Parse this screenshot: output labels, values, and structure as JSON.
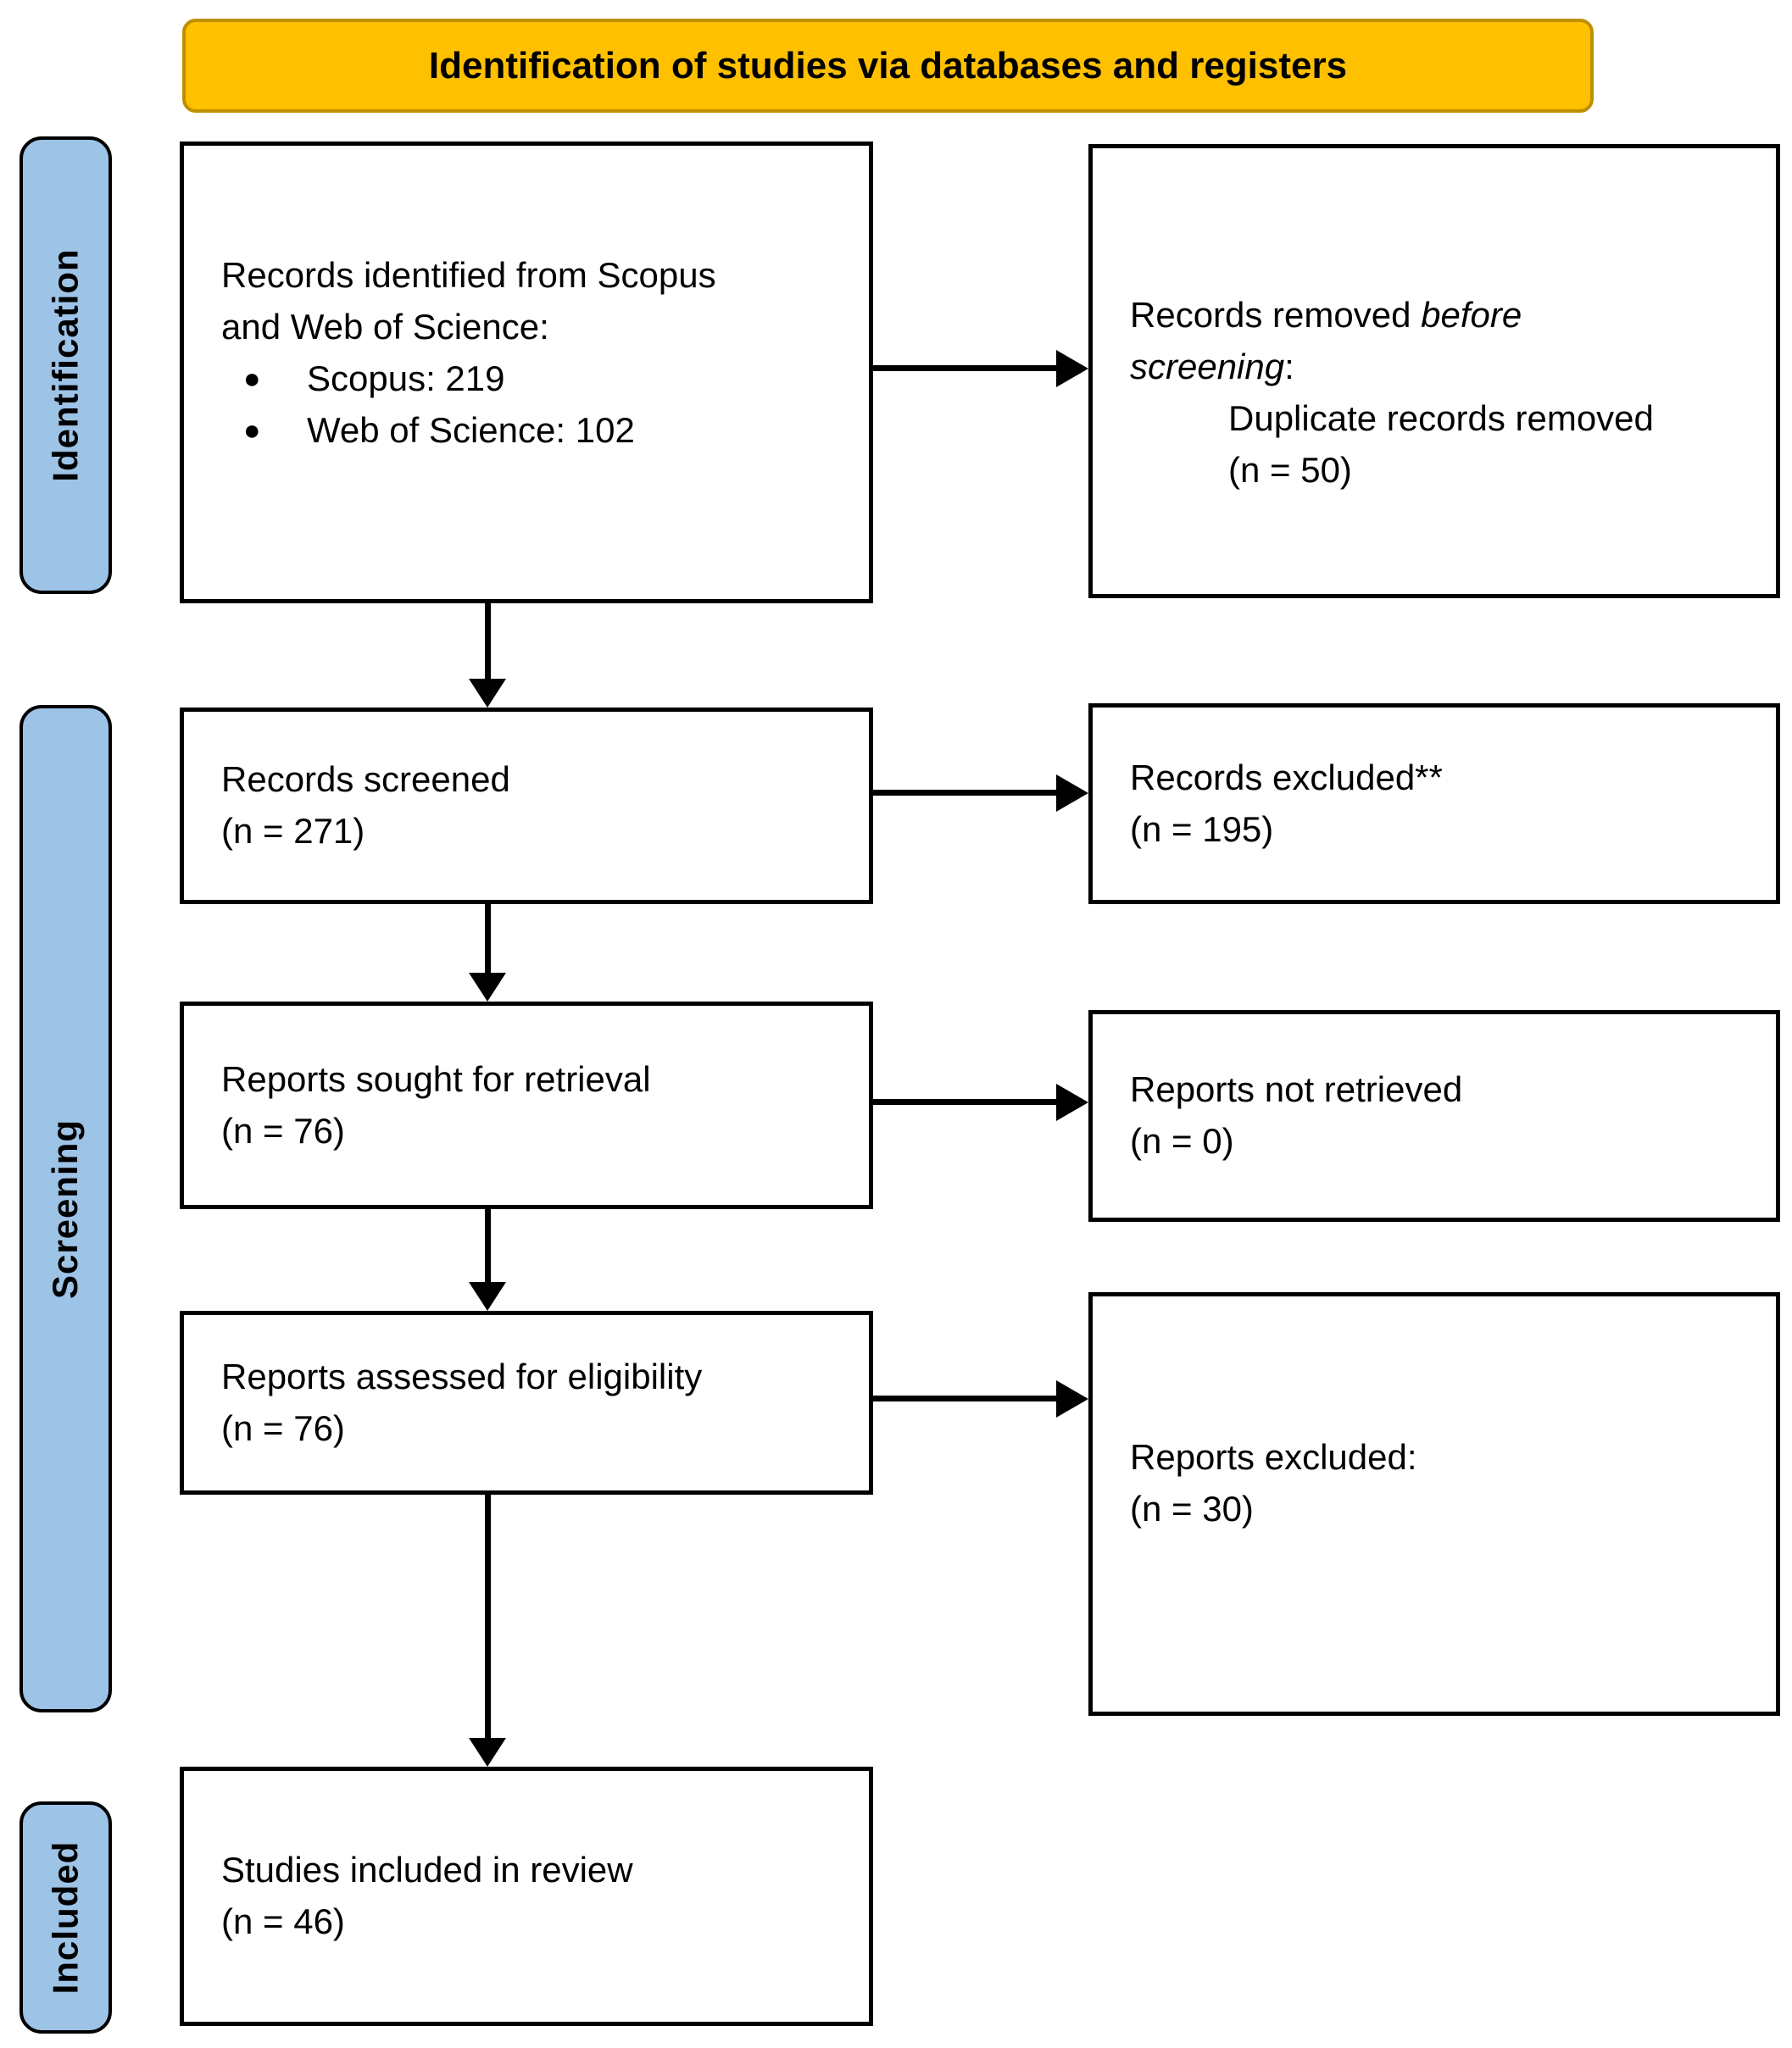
{
  "header": {
    "title": "Identification of studies via databases and registers"
  },
  "sidebar": {
    "identification": "Identification",
    "screening": "Screening",
    "included": "Included"
  },
  "boxes": {
    "identified": {
      "line1": "Records identified from Scopus",
      "line2": "and Web of Science:",
      "bullets": [
        "Scopus: 219",
        "Web of Science: 102"
      ],
      "bullet_glyph": "●"
    },
    "removed_before_screening": {
      "pre": "Records removed ",
      "italic": "before screening",
      "post": ":",
      "detail": "Duplicate records removed",
      "count": "(n = 50)"
    },
    "screened": {
      "line1": "Records screened",
      "line2": "(n = 271)"
    },
    "records_excluded": {
      "line1": "Records excluded**",
      "line2": "(n = 195)"
    },
    "sought": {
      "line1": "Reports sought for retrieval",
      "line2": "(n = 76)"
    },
    "not_retrieved": {
      "line1": "Reports not retrieved",
      "line2": "(n = 0)"
    },
    "assessed": {
      "line1": "Reports assessed for eligibility",
      "line2": "(n = 76)"
    },
    "reports_excluded": {
      "line1": "Reports excluded:",
      "line2": "(n = 30)"
    },
    "included_review": {
      "line1": "Studies included in review",
      "line2": "(n = 46)"
    }
  },
  "colors": {
    "header_fill": "#FFC000",
    "header_border": "#BF8F00",
    "sidebar_fill": "#9DC3E6",
    "box_border": "#000000",
    "text": "#000000"
  }
}
